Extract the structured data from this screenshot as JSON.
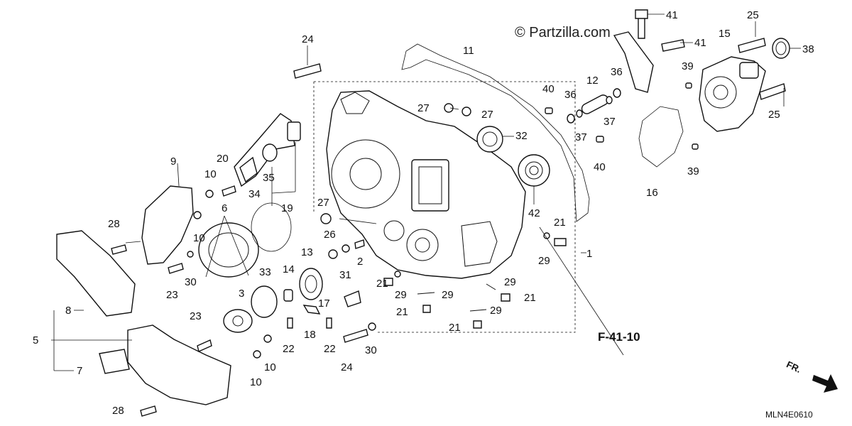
{
  "watermark": "© Partzilla.com",
  "reference": "F-41-10",
  "diagram_code": "MLN4E0610",
  "front_marker": "FR.",
  "callouts": [
    {
      "id": "c41a",
      "text": "41"
    },
    {
      "id": "c41b",
      "text": "41"
    },
    {
      "id": "c25a",
      "text": "25"
    },
    {
      "id": "c15",
      "text": "15"
    },
    {
      "id": "c38",
      "text": "38"
    },
    {
      "id": "c39a",
      "text": "39"
    },
    {
      "id": "c36a",
      "text": "36"
    },
    {
      "id": "c12",
      "text": "12"
    },
    {
      "id": "c36b",
      "text": "36"
    },
    {
      "id": "c40a",
      "text": "40"
    },
    {
      "id": "c25b",
      "text": "25"
    },
    {
      "id": "c37a",
      "text": "37"
    },
    {
      "id": "c37b",
      "text": "37"
    },
    {
      "id": "c40b",
      "text": "40"
    },
    {
      "id": "c39b",
      "text": "39"
    },
    {
      "id": "c16",
      "text": "16"
    },
    {
      "id": "c11",
      "text": "11"
    },
    {
      "id": "c24a",
      "text": "24"
    },
    {
      "id": "c27a",
      "text": "27"
    },
    {
      "id": "c27b",
      "text": "27"
    },
    {
      "id": "c32",
      "text": "32"
    },
    {
      "id": "c42",
      "text": "42"
    },
    {
      "id": "c21a",
      "text": "21"
    },
    {
      "id": "c29a",
      "text": "29"
    },
    {
      "id": "c1",
      "text": "1"
    },
    {
      "id": "c9",
      "text": "9"
    },
    {
      "id": "c10a",
      "text": "10"
    },
    {
      "id": "c20",
      "text": "20"
    },
    {
      "id": "c35",
      "text": "35"
    },
    {
      "id": "c34",
      "text": "34"
    },
    {
      "id": "c19",
      "text": "19"
    },
    {
      "id": "c6",
      "text": "6"
    },
    {
      "id": "c28a",
      "text": "28"
    },
    {
      "id": "c10b",
      "text": "10"
    },
    {
      "id": "c27c",
      "text": "27"
    },
    {
      "id": "c26",
      "text": "26"
    },
    {
      "id": "c2",
      "text": "2"
    },
    {
      "id": "c31",
      "text": "31"
    },
    {
      "id": "c13",
      "text": "13"
    },
    {
      "id": "c23a",
      "text": "23"
    },
    {
      "id": "c30a",
      "text": "30"
    },
    {
      "id": "c33",
      "text": "33"
    },
    {
      "id": "c14",
      "text": "14"
    },
    {
      "id": "c3",
      "text": "3"
    },
    {
      "id": "c21b",
      "text": "21"
    },
    {
      "id": "c29b",
      "text": "29"
    },
    {
      "id": "c29c",
      "text": "29"
    },
    {
      "id": "c21c",
      "text": "21"
    },
    {
      "id": "c29d",
      "text": "29"
    },
    {
      "id": "c21d",
      "text": "21"
    },
    {
      "id": "c29e",
      "text": "29"
    },
    {
      "id": "c21e",
      "text": "21"
    },
    {
      "id": "c8",
      "text": "8"
    },
    {
      "id": "c17",
      "text": "17"
    },
    {
      "id": "c23b",
      "text": "23"
    },
    {
      "id": "c18",
      "text": "18"
    },
    {
      "id": "c5",
      "text": "5"
    },
    {
      "id": "c22a",
      "text": "22"
    },
    {
      "id": "c22b",
      "text": "22"
    },
    {
      "id": "c24b",
      "text": "24"
    },
    {
      "id": "c30b",
      "text": "30"
    },
    {
      "id": "c10c",
      "text": "10"
    },
    {
      "id": "c7",
      "text": "7"
    },
    {
      "id": "c10d",
      "text": "10"
    },
    {
      "id": "c28b",
      "text": "28"
    }
  ]
}
